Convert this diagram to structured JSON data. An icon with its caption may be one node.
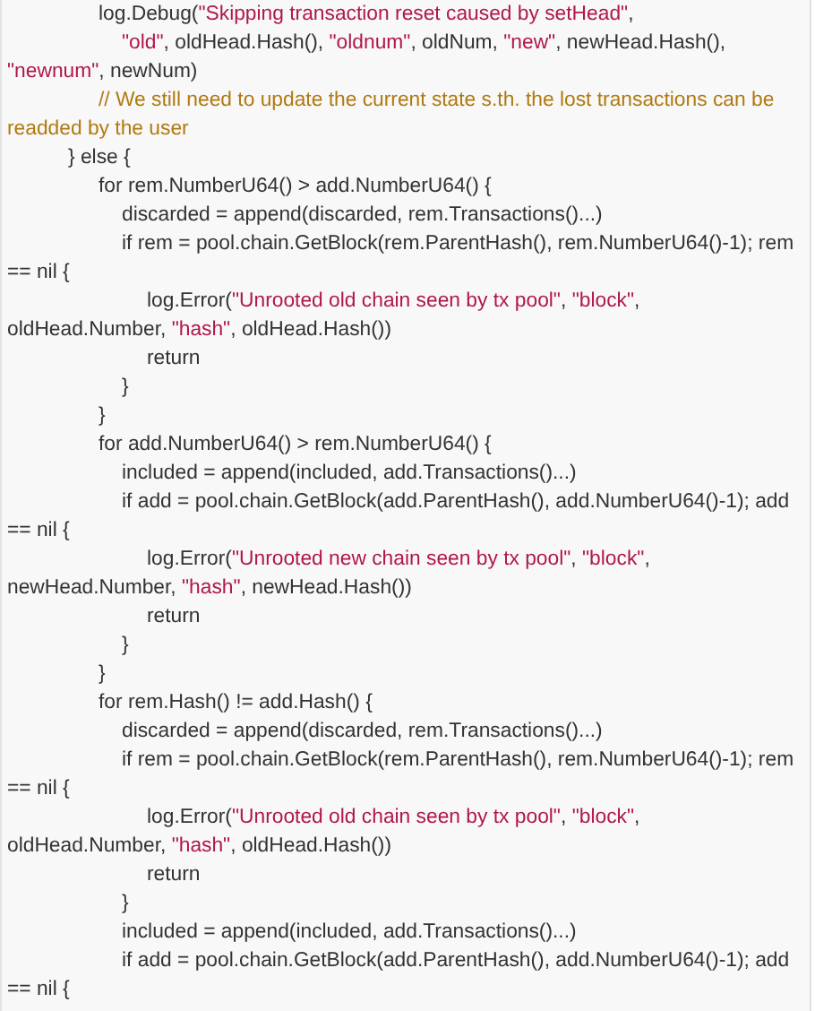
{
  "diagram": {
    "labels": [
      "log.Debug(\"Skipping transaction reset caused by setHead\",",
      "\"old\", oldHead.Hash(), \"oldnum\", oldNum, \"new\", newHead.Hash(), \"newnum\", newNum)",
      "// We still need to update the current state s.th. the lost transactions can be readded by the user",
      "} else {",
      "for rem.NumberU64() > add.NumberU64() {",
      "discarded = append(discarded, rem.Transactions()...)",
      "if rem = pool.chain.GetBlock(rem.ParentHash(), rem.NumberU64()-1); rem == nil {",
      "log.Error(\"Unrooted old chain seen by tx pool\", \"block\", oldHead.Number, \"hash\", oldHead.Hash())",
      "return",
      "}",
      "}",
      "for add.NumberU64() > rem.NumberU64() {",
      "included = append(included, add.Transactions()...)",
      "if add = pool.chain.GetBlock(add.ParentHash(), add.NumberU64()-1); add == nil {",
      "log.Error(\"Unrooted new chain seen by tx pool\", \"block\", newHead.Number, \"hash\", newHead.Hash())",
      "return",
      "}",
      "}",
      "for rem.Hash() != add.Hash() {",
      "discarded = append(discarded, rem.Transactions()...)",
      "if rem = pool.chain.GetBlock(rem.ParentHash(), rem.NumberU64()-1); rem == nil {",
      "log.Error(\"Unrooted old chain seen by tx pool\", \"block\", oldHead.Number, \"hash\", oldHead.Hash())",
      "return",
      "}",
      "included = append(included, add.Transactions()...)",
      "if add = pool.chain.GetBlock(add.ParentHash(), add.NumberU64()-1); add == nil {"
    ]
  }
}
